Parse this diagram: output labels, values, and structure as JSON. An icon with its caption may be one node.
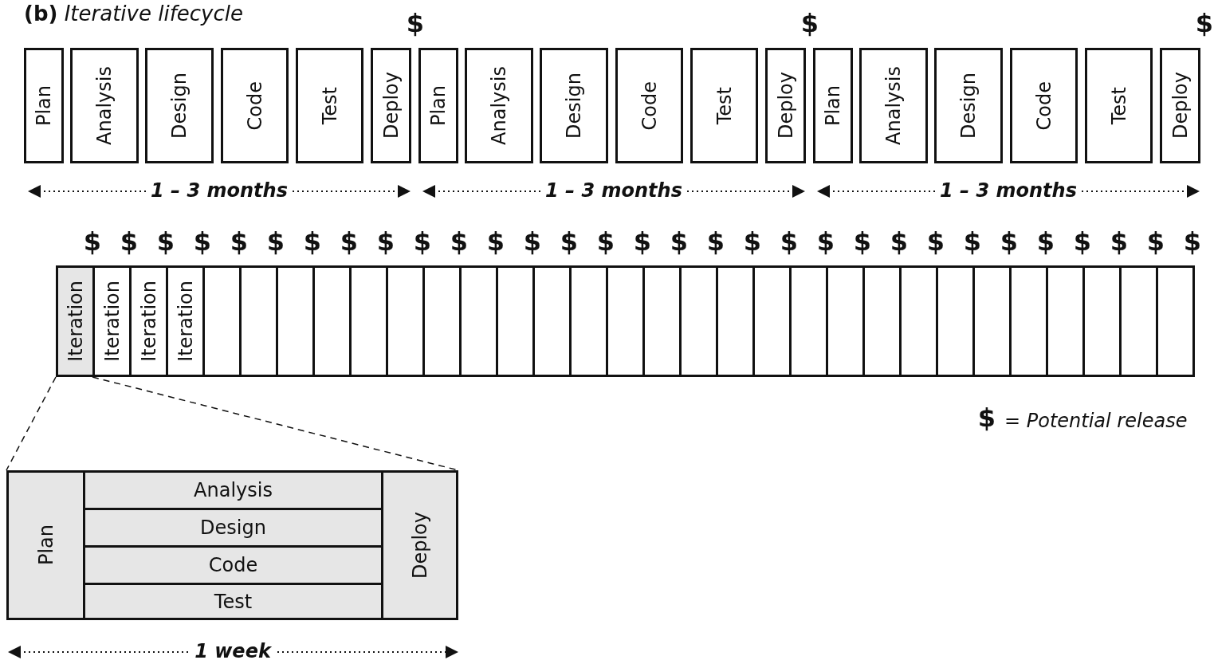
{
  "diagram": {
    "title": "**(b)** *Iterative lifecycle*",
    "nodes": [
      {
        "text": [
          "Plan"
        ]
      },
      {
        "text": [
          "Analysis"
        ]
      },
      {
        "text": [
          "Design"
        ]
      },
      {
        "text": [
          "Code"
        ]
      },
      {
        "text": [
          "Test"
        ]
      },
      {
        "text": [
          "Deploy"
        ]
      },
      {
        "text": [
          "Plan"
        ]
      },
      {
        "text": [
          "Analysis"
        ]
      },
      {
        "text": [
          "Design"
        ]
      },
      {
        "text": [
          "Code"
        ]
      },
      {
        "text": [
          "Test"
        ]
      },
      {
        "text": [
          "Deploy"
        ]
      },
      {
        "text": [
          "Plan"
        ]
      },
      {
        "text": [
          "Analysis"
        ]
      },
      {
        "text": [
          "Design"
        ]
      },
      {
        "text": [
          "Code"
        ]
      },
      {
        "text": [
          "Test"
        ]
      },
      {
        "text": [
          "Deploy"
        ]
      },
      {
        "text": [
          "Iteration"
        ]
      },
      {
        "text": [
          "Iteration"
        ]
      },
      {
        "text": [
          "Iteration"
        ]
      },
      {
        "text": [
          "Iteration"
        ]
      },
      {
        "text": [],
        "shape": "box"
      },
      {
        "text": [],
        "shape": "box"
      },
      {
        "text": [],
        "shape": "box"
      },
      {
        "text": [],
        "shape": "box"
      },
      {
        "text": [],
        "shape": "box"
      },
      {
        "text": [],
        "shape": "box"
      },
      {
        "text": [],
        "shape": "box"
      },
      {
        "text": [],
        "shape": "box"
      },
      {
        "text": [],
        "shape": "box"
      },
      {
        "text": [],
        "shape": "box"
      },
      {
        "text": [],
        "shape": "box"
      },
      {
        "text": [],
        "shape": "box"
      },
      {
        "text": [],
        "shape": "box"
      },
      {
        "text": [],
        "shape": "box"
      },
      {
        "text": [],
        "shape": "box"
      },
      {
        "text": [],
        "shape": "box"
      },
      {
        "text": [],
        "shape": "box"
      },
      {
        "text": [],
        "shape": "box"
      },
      {
        "text": [],
        "shape": "box"
      },
      {
        "text": [],
        "shape": "box"
      },
      {
        "text": [],
        "shape": "box"
      },
      {
        "text": [],
        "shape": "box"
      },
      {
        "text": [],
        "shape": "box"
      },
      {
        "text": [],
        "shape": "box"
      },
      {
        "text": [],
        "shape": "box"
      },
      {
        "text": [],
        "shape": "box"
      },
      {
        "text": [],
        "shape": "box"
      },
      {
        "text": [],
        "shape": "box"
      },
      {
        "text": [
          "Plan"
        ],
        "in": 49
      },
      {
        "text": [
          "Analysis"
        ],
        "in": 49
      },
      {
        "text": [
          "Design"
        ],
        "in": 49
      },
      {
        "text": [
          "Code"
        ],
        "in": 49
      },
      {
        "text": [
          "Test"
        ],
        "in": 49
      },
      {
        "text": [
          "Deploy"
        ],
        "in": 49
      }
    ],
    "edges": [
      {
        "from": 18,
        "to": 49,
        "arrow": "none",
        "style": "dashed"
      },
      {
        "from": 18,
        "to": 49,
        "arrow": "none",
        "style": "dashed"
      }
    ],
    "labels": [
      "$",
      "$",
      "$",
      "1 – 3 months",
      "1 – 3 months",
      "1 – 3 months",
      "$",
      "$",
      "$",
      "$",
      "$",
      "$",
      "$",
      "$",
      "$",
      "$",
      "$",
      "$",
      "$",
      "$",
      "$",
      "$",
      "$",
      "$",
      "$",
      "$",
      "$",
      "$",
      "$",
      "$",
      "$",
      "$",
      "$",
      "$",
      "$",
      "$",
      "$",
      "$",
      "= Potential release",
      "1 week"
    ]
  }
}
